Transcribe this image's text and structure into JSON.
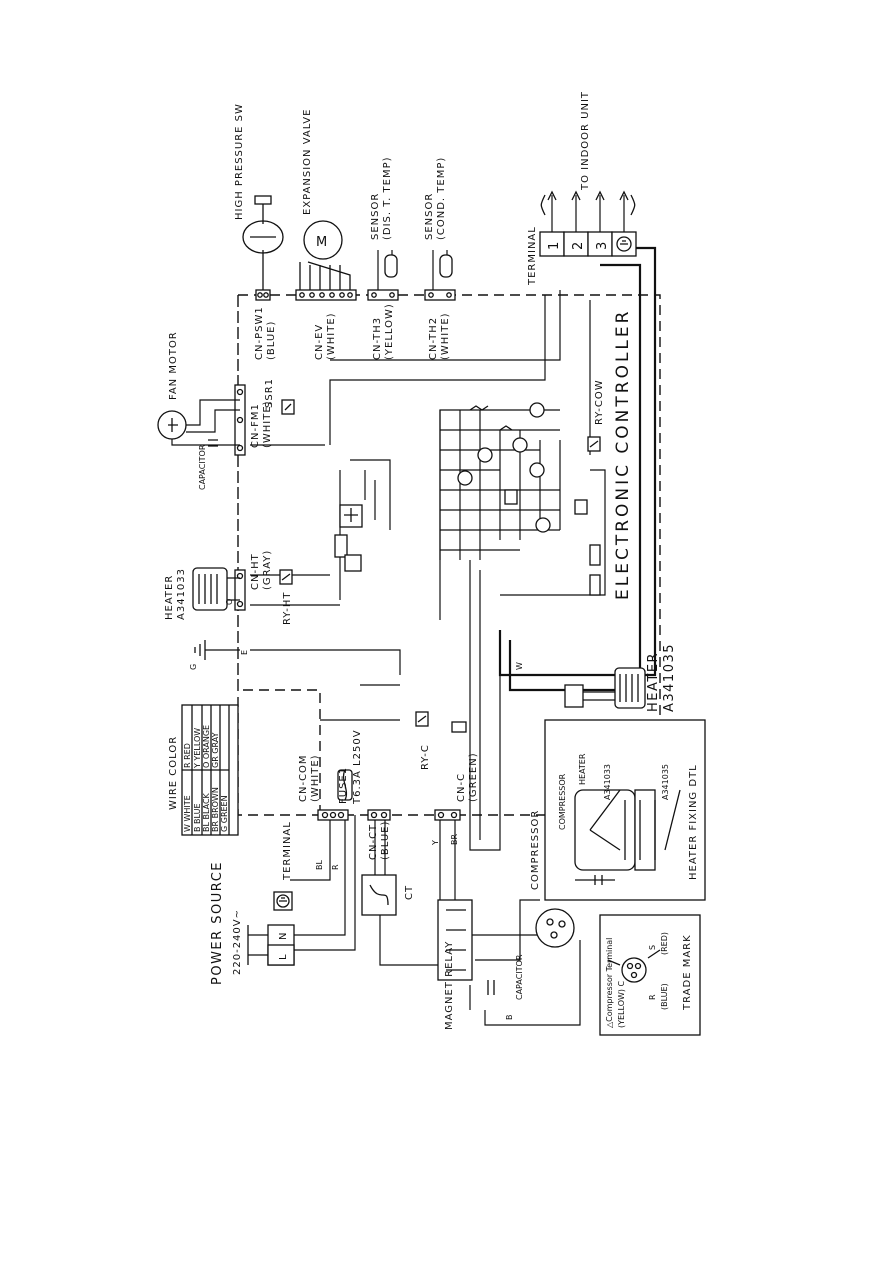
{
  "power_source": {
    "title": "POWER SOURCE",
    "voltage": "220-240V~",
    "terminals": [
      "L",
      "N"
    ]
  },
  "terminal_label": "TERMINAL",
  "wire_color": {
    "title": "WIRE COLOR",
    "rows": [
      {
        "code": "W",
        "name": "WHITE",
        "code2": "R",
        "name2": "RED"
      },
      {
        "code": "B",
        "name": "BLUE",
        "code2": "Y",
        "name2": "YELLOW"
      },
      {
        "code": "BL",
        "name": "BLACK",
        "code2": "O",
        "name2": "ORANGE"
      },
      {
        "code": "BR",
        "name": "BROWN",
        "code2": "GR",
        "name2": "GRAY"
      },
      {
        "code": "G",
        "name": "GREEN",
        "code2": "",
        "name2": ""
      }
    ]
  },
  "connectors": {
    "cn_com": {
      "name": "CN-COM",
      "color": "(WHITE)"
    },
    "cn_ct": {
      "name": "CN-CT",
      "color": "(BLUE)"
    },
    "cn_c": {
      "name": "CN-C",
      "color": "(GREEN)"
    },
    "cn_ht": {
      "name": "CN-HT",
      "color": "(GRAY)"
    },
    "cn_fm": {
      "name": "CN-FM1",
      "color": "(WHITE)"
    },
    "cn_psw": {
      "name": "CN-PSW1",
      "color": "(BLUE)"
    },
    "cn_ev": {
      "name": "CN-EV",
      "color": "(WHITE)"
    },
    "cn_th3": {
      "name": "CN-TH3",
      "color": "(YELLOW)"
    },
    "cn_th2": {
      "name": "CN-TH2",
      "color": "(WHITE)"
    }
  },
  "fuse": {
    "name": "FUSE1",
    "rating": "T6.3A L250V"
  },
  "relays": {
    "ry_c": "RY-C",
    "ry_ht": "RY-HT",
    "ry_cow": "RY-COW",
    "ssr": "SSR1"
  },
  "controller_title": "ELECTRONIC CONTROLLER",
  "heater_top": {
    "name": "HEATER",
    "model": "A341033"
  },
  "heater_bottom": {
    "name": "HEATER",
    "model": "A341035"
  },
  "fan_motor": "FAN MOTOR",
  "capacitor": "CAPACITOR",
  "high_pressure": "HIGH PRESSURE SW",
  "expansion_valve": "EXPANSION VALVE",
  "expansion_letter": "M",
  "sensor_dis": {
    "name": "SENSOR",
    "desc": "(DIS. T. TEMP)"
  },
  "sensor_cond": {
    "name": "SENSOR",
    "desc": "(COND. TEMP)"
  },
  "terminal_right": {
    "label": "TERMINAL",
    "numbers": [
      "1",
      "2",
      "3"
    ],
    "to_indoor": "TO INDOOR UNIT"
  },
  "magnet_relay": "MAGNET RELAY",
  "ct": "CT",
  "compressor": "COMPRESSOR",
  "compressor_terminal": {
    "title": "△Compressor Terminal",
    "color": "(YELLOW) C",
    "r_label": "R",
    "r_color": "(BLUE)",
    "s_label": "S",
    "s_color": "(RED)",
    "trade_mark": "TRADE MARK"
  },
  "heater_fixing": {
    "title": "HEATER FIXING DTL",
    "compressor": "COMPRESSOR",
    "heater": "HEATER",
    "m1": "A341033",
    "m2": "A341035"
  },
  "wire_codes": {
    "W": "W",
    "BL": "BL",
    "R": "R",
    "Y": "Y",
    "B": "B",
    "BR": "BR",
    "O": "O",
    "G": "G",
    "E": "E"
  }
}
